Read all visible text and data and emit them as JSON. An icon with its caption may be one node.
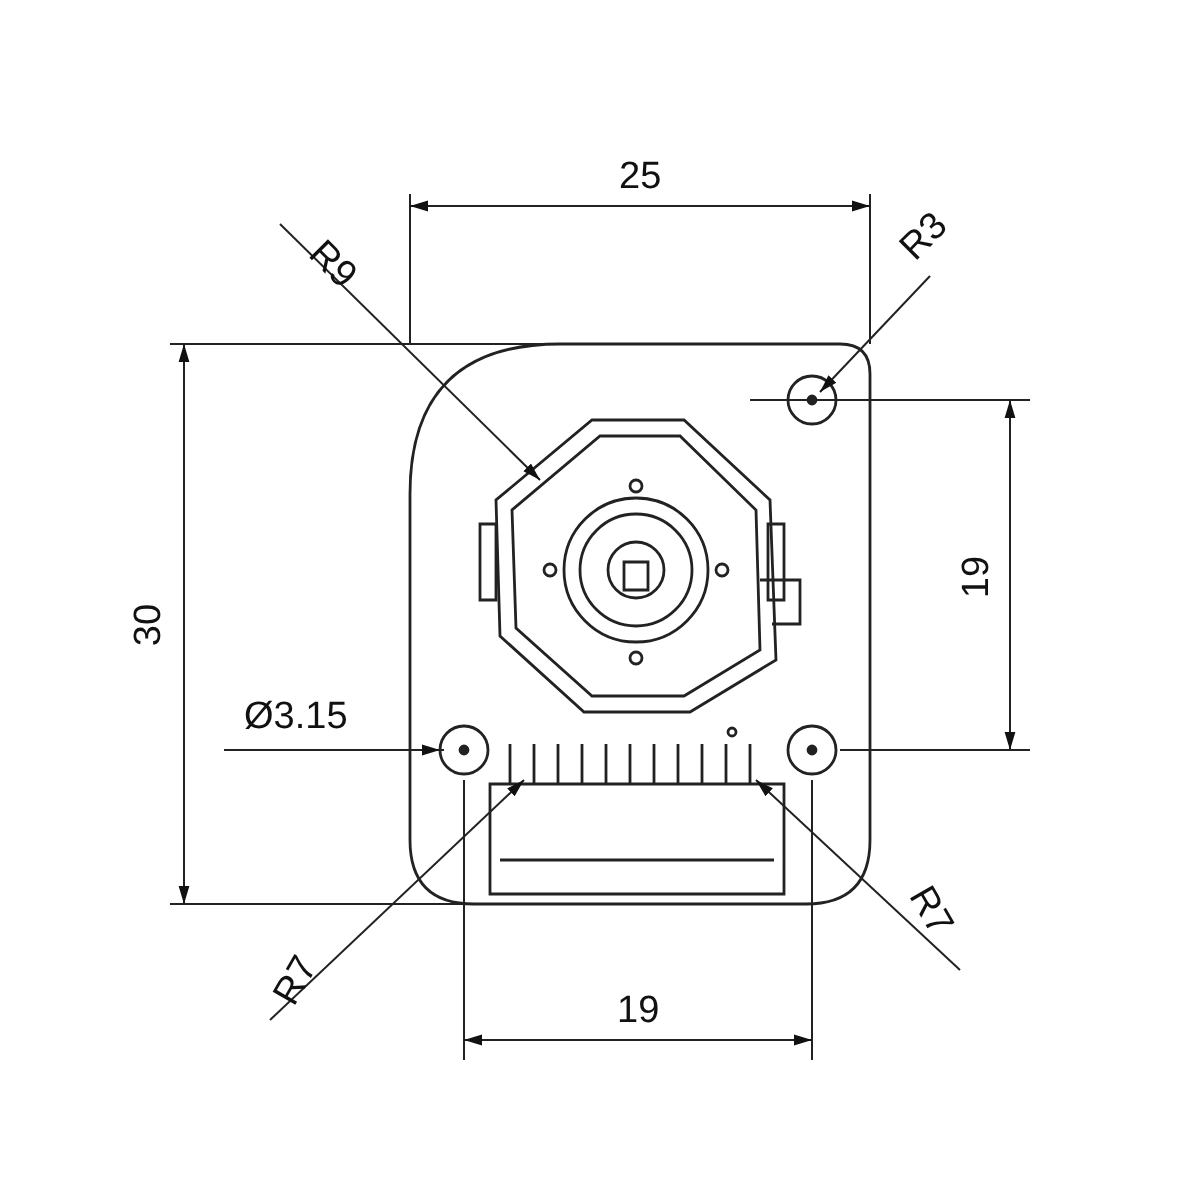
{
  "diagram": {
    "labels": [
      "25",
      "R3",
      "R9",
      "30",
      "19",
      "Ø3.15",
      "R7",
      "R7",
      "19"
    ]
  }
}
